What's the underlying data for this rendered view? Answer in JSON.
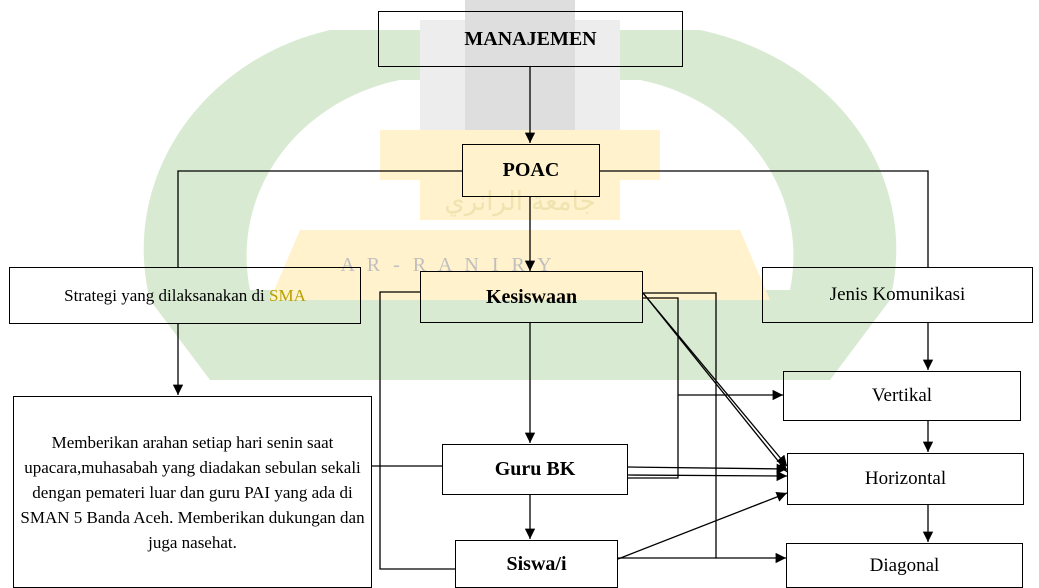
{
  "watermark": {
    "arabic_text": "جامعة الرانري",
    "latin_text": "A R - R A N I R Y",
    "colors": {
      "green": "#d9ead2",
      "yellow": "#fff2cc",
      "grey": "#ededed"
    }
  },
  "nodes": {
    "manajemen": "MANAJEMEN",
    "poac": "POAC",
    "strategy_prefix": "Strategi yang dilaksanakan di ",
    "strategy_highlight": "SMA",
    "kesiswaan": "Kesiswaan",
    "jenis_komunikasi": "Jenis Komunikasi",
    "description": "Memberikan arahan setiap hari senin saat upacara,muhasabah yang diadakan sebulan sekali dengan pemateri luar dan guru PAI yang ada di SMAN 5 Banda Aceh. Memberikan dukungan dan juga nasehat.",
    "guru_bk": "Guru BK",
    "siswa": "Siswa/i",
    "vertikal": "Vertikal",
    "horizontal": "Horizontal",
    "diagonal": "Diagonal"
  },
  "colors": {
    "highlight_text": "#b7a000",
    "line": "#000000"
  }
}
